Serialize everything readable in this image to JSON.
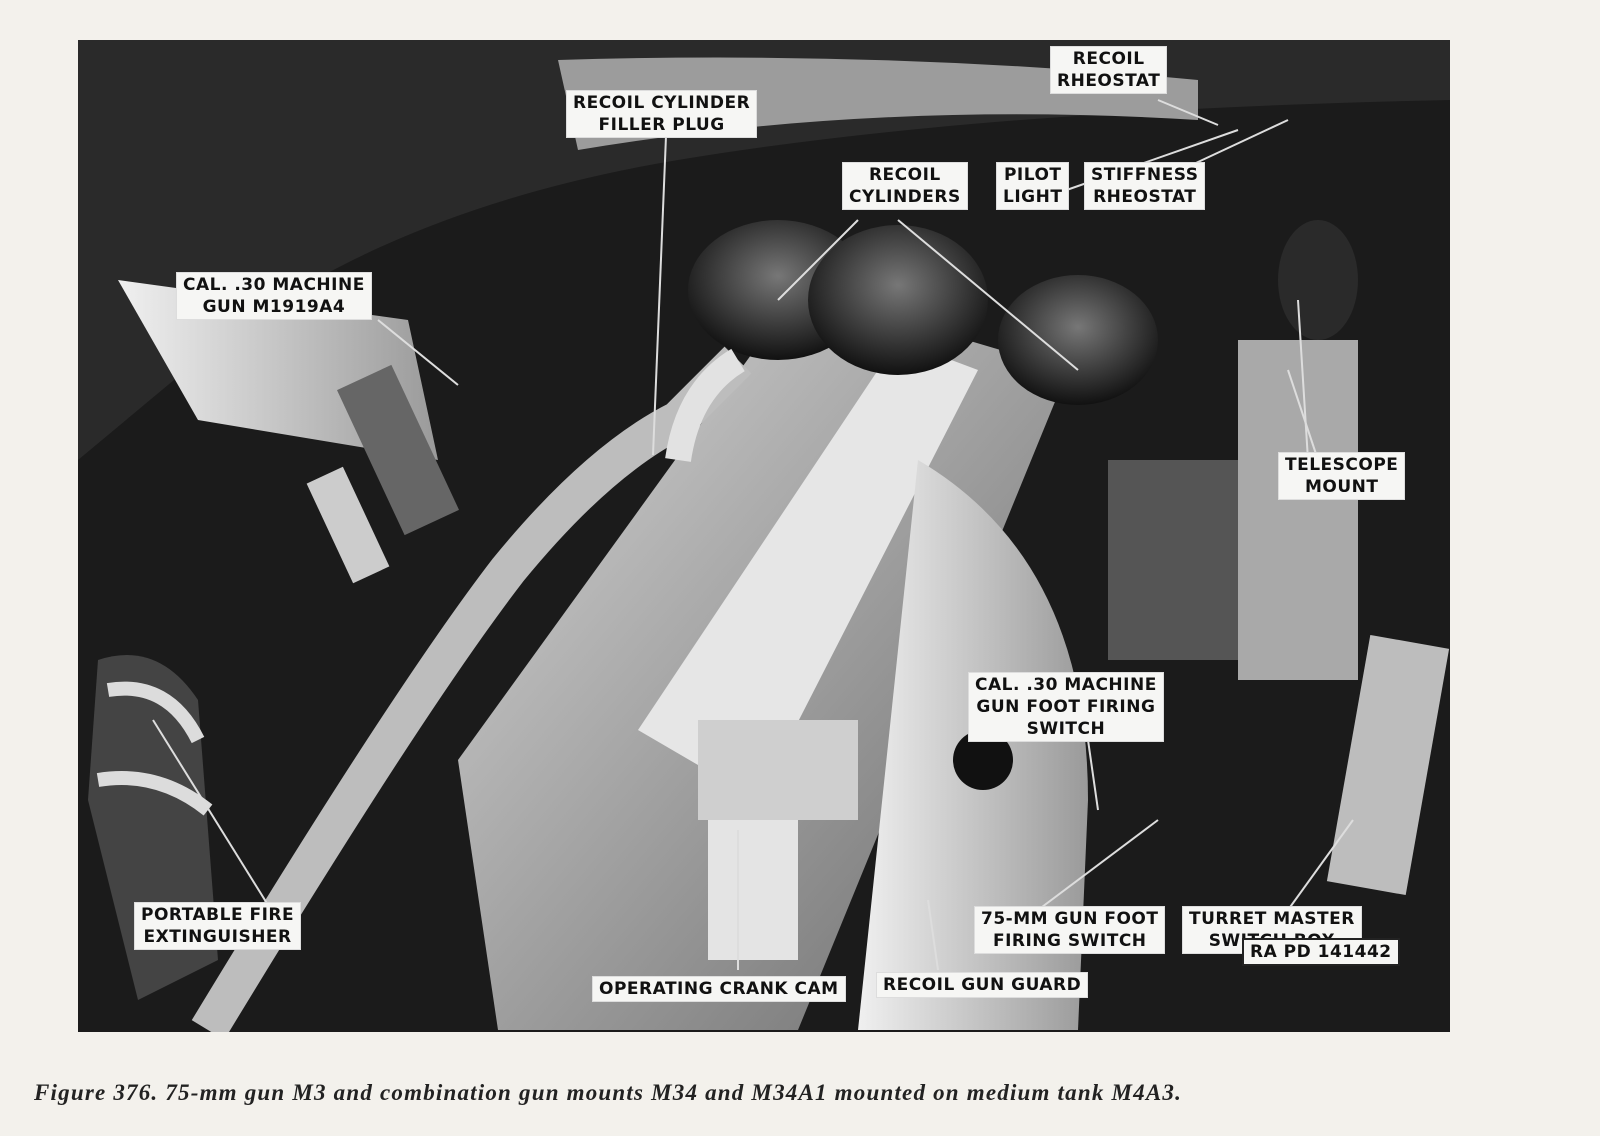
{
  "figure": {
    "plate_id": "RA PD 141442",
    "caption": "Figure 376.  75-mm gun M3 and combination gun mounts M34 and M34A1 mounted on medium tank M4A3."
  },
  "callouts": {
    "recoil_cylinder_filler_plug": "RECOIL CYLINDER\nFILLER PLUG",
    "recoil_rheostat": "RECOIL\nRHEOSTAT",
    "recoil_cylinders": "RECOIL\nCYLINDERS",
    "pilot_light": "PILOT\nLIGHT",
    "stiffness_rheostat": "STIFFNESS\nRHEOSTAT",
    "machine_gun": "CAL. .30 MACHINE\nGUN M1919A4",
    "telescope_mount": "TELESCOPE\nMOUNT",
    "mg_foot_firing_switch": "CAL. .30 MACHINE\nGUN FOOT FIRING\nSWITCH",
    "portable_fire_extinguisher": "PORTABLE FIRE\nEXTINGUISHER",
    "gun_foot_firing_switch": "75-MM GUN FOOT\nFIRING SWITCH",
    "turret_master_switch_box": "TURRET MASTER\nSWITCH BOX",
    "operating_crank_cam": "OPERATING CRANK CAM",
    "recoil_gun_guard": "RECOIL GUN GUARD"
  }
}
